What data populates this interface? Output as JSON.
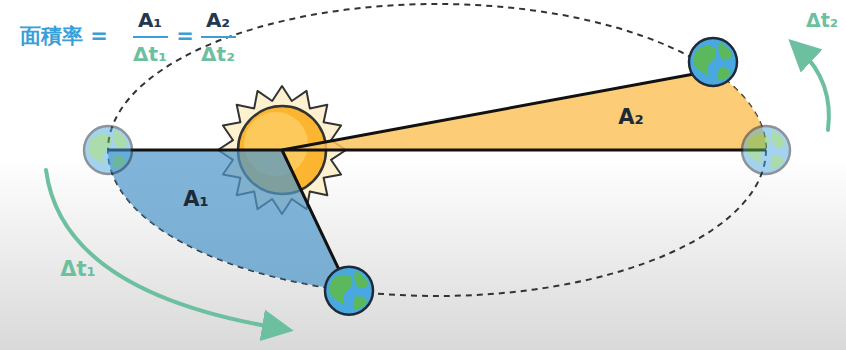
{
  "diagram": {
    "labels": [
      "面積率 =",
      "A₁",
      "Δt₁",
      "=",
      "A₂",
      "Δt₂",
      "A₁",
      "A₂",
      "Δt₁",
      "Δt₂"
    ]
  }
}
